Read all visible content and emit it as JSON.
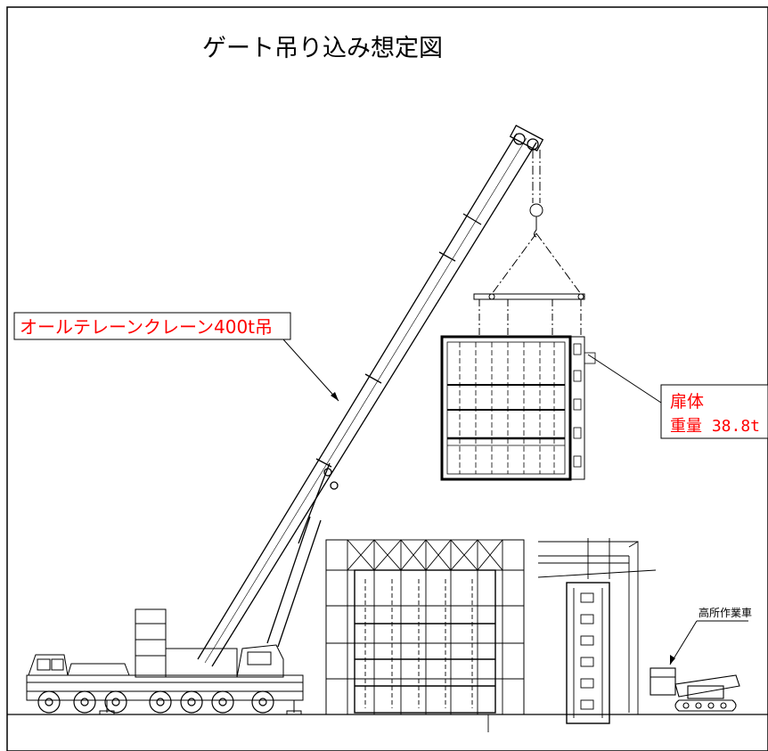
{
  "title": "ゲート吊り込み想定図",
  "labels": {
    "crane": "オールテレーンクレーン400t吊",
    "gate_name": "扉体",
    "gate_weight": "重量 38.8t",
    "aerial_vehicle": "高所作業車"
  },
  "colors": {
    "line": "#000000",
    "annotation": "#ff0000",
    "background": "#ffffff"
  }
}
